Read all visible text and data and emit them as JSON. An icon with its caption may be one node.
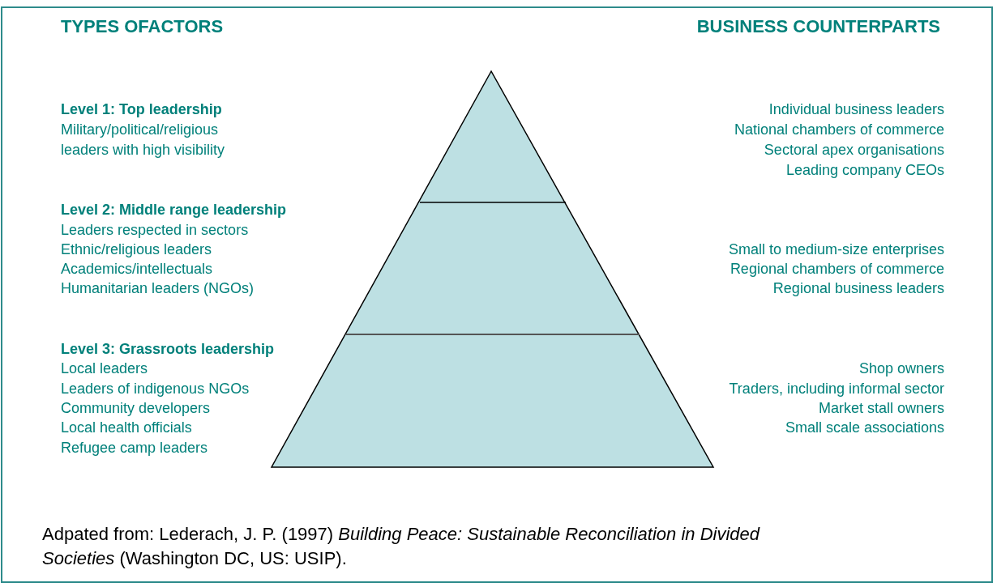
{
  "diagram": {
    "caption": "Adpated from: Lederach, J. P. (1997) *Building Peace: Sustainable Reconciliation in Divided Societies* (Washington DC, US: USIP).",
    "labels": [
      "TYPES OFACTORS",
      "BUSINESS COUNTERPARTS",
      "Level 1: Top leadership",
      "Military/political/religious leaders with high visibility",
      "Individual business leaders",
      "National chambers of commerce",
      "Sectoral apex organisations",
      "Leading company CEOs",
      "Level 2: Middle range leadership",
      "Leaders respected in sectors",
      "Ethnic/religious leaders",
      "Academics/intellectuals",
      "Humanitarian leaders (NGOs)",
      "Small to medium-size enterprises",
      "Regional chambers of commerce",
      "Regional business leaders",
      "Level 3: Grassroots leadership",
      "Local leaders",
      "Leaders of indigenous NGOs",
      "Community developers",
      "Local health officials",
      "Refugee camp leaders",
      "Shop owners",
      "Traders, including informal sector",
      "Market stall owners",
      "Small scale associations"
    ]
  }
}
